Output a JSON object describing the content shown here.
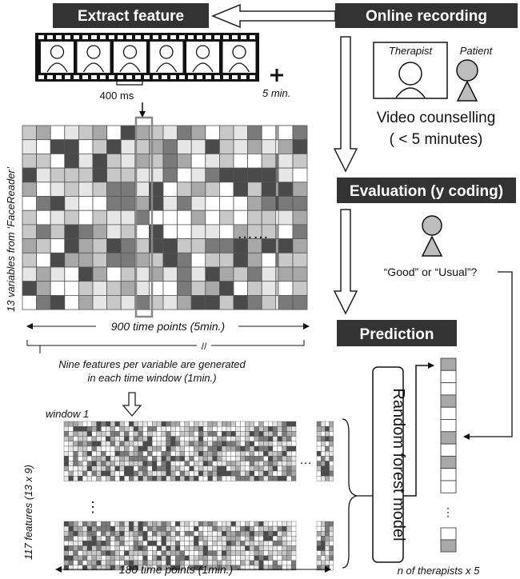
{
  "boxes": {
    "extract": "Extract feature",
    "online": "Online recording",
    "evaluation": "Evaluation (y coding)",
    "prediction": "Prediction"
  },
  "labels": {
    "ms": "400 ms",
    "five_min": "5 min.",
    "therapist": "Therapist",
    "patient": "Patient",
    "video_line1": "Video counselling",
    "video_line2": "( < 5 minutes)",
    "good_usual": "“Good” or “Usual”?",
    "vars13": "13 variables from ‘FaceReader’",
    "tp900": "900 time points (5min.)",
    "slash": "//",
    "nine_line1": "Nine features per variable are generated",
    "nine_line2": "in each time window (1min.)",
    "window1": "window 1",
    "feat117_a": "117 features",
    "feat117_b": "(13 x 9)",
    "tp180": "180 time points (1min.)",
    "rf": "Random forest model",
    "ntherapists": "n of therapists x 5",
    "dots": "……",
    "vdots": "⋮",
    "small_dots": "…"
  },
  "colors": {
    "box_fill": "#333333",
    "cell_palette": [
      "#ffffff",
      "#e6e6e6",
      "#c8c8c8",
      "#a8a8a8",
      "#7a7a7a",
      "#4a4a4a"
    ],
    "figure_fill": "#bdbdbd",
    "outline": "#222222"
  },
  "icons": [
    "film-strip-icon",
    "person-icon",
    "arrow-icon",
    "grid-icon"
  ]
}
